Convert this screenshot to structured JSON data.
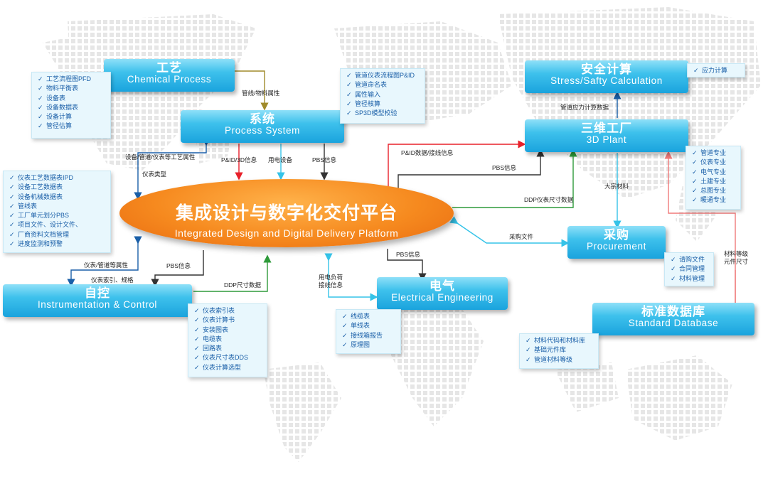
{
  "core": {
    "zh": "集成设计与数字化交付平台",
    "en": "Integrated Design and Digital Delivery Platform"
  },
  "nodes": {
    "chemical": {
      "zh": "工艺",
      "en": "Chemical Process"
    },
    "process": {
      "zh": "系统",
      "en": "Process System"
    },
    "safety": {
      "zh": "安全计算",
      "en": "Stress/Safty Calculation"
    },
    "plant": {
      "zh": "三维工厂",
      "en": "3D Plant"
    },
    "procurement": {
      "zh": "采购",
      "en": "Procurement"
    },
    "standard": {
      "zh": "标准数据库",
      "en": "Standard Database"
    },
    "electrical": {
      "zh": "电气",
      "en": "Electrical Engineering"
    },
    "instrument": {
      "zh": "自控",
      "en": "Instrumentation & Control"
    }
  },
  "lists": {
    "chemical": [
      "工艺流程图PFD",
      "物料平衡表",
      "设备表",
      "设备数据表",
      "设备计算",
      "管径估算"
    ],
    "process": [
      "管道仪表流程图P&ID",
      "管道命名表",
      "属性输入",
      "管径核算",
      "SP3D模型校验"
    ],
    "left": [
      "仪表工艺数据表IPD",
      "设备工艺数据表",
      "设备机械数据表",
      "管线表",
      "工厂单元划分PBS",
      "项目文件、设计文件、",
      "厂商资料文档管理",
      "进度监测和预警"
    ],
    "safety": [
      "应力计算"
    ],
    "plant": [
      "管道专业",
      "仪表专业",
      "电气专业",
      "土建专业",
      "总图专业",
      "暖通专业"
    ],
    "procurement": [
      "请购文件",
      "合同管理",
      "材料管理"
    ],
    "standard": [
      "材料代码和材料库",
      "基础元件库",
      "管道材料等级"
    ],
    "electrical": [
      "线缆表",
      "单线表",
      "接线箱报告",
      "原理图"
    ],
    "instrument": [
      "仪表索引表",
      "仪表计算书",
      "安装图表",
      "电缆表",
      "回路表",
      "仪表尺寸表DDS",
      "仪表计算选型"
    ]
  },
  "labels": {
    "pipe_material": "管线/物料属性",
    "equip_attrs": "设备/管道/仪表等工艺属性",
    "inst_type": "仪表类型",
    "pid3d": "P&ID/3D信息",
    "power_equip": "用电设备",
    "pbs1": "PBS信息",
    "pid_line": "P&ID数据/接线信息",
    "pbs2": "PBS信息",
    "ddp_inst": "DDP仪表尺寸数据",
    "stress_data": "管道应力计算数据",
    "bulk": "大宗材料",
    "purchase_file": "采购文件",
    "mat_grade": "材料等级",
    "part_size": "元件尺寸",
    "pbs3": "PBS信息",
    "load_a": "用电负荷",
    "load_b": "接线信息",
    "inst_pipe": "仪表/管道等属性",
    "inst_index": "仪表索引、规格",
    "pbs4": "PBS信息",
    "ddp_size": "DDP尺寸数据"
  },
  "colors": {
    "node": "#1aa3dd",
    "core": "#f68a1f",
    "red_arrow": "#e8202a",
    "green_arrow": "#2e9a3a",
    "cyan_arrow": "#35c3e8",
    "olive_arrow": "#a08a2a",
    "blue_arrow": "#1a5fa8",
    "dark_arrow": "#333333",
    "pink_arrow": "#f07a7a"
  }
}
